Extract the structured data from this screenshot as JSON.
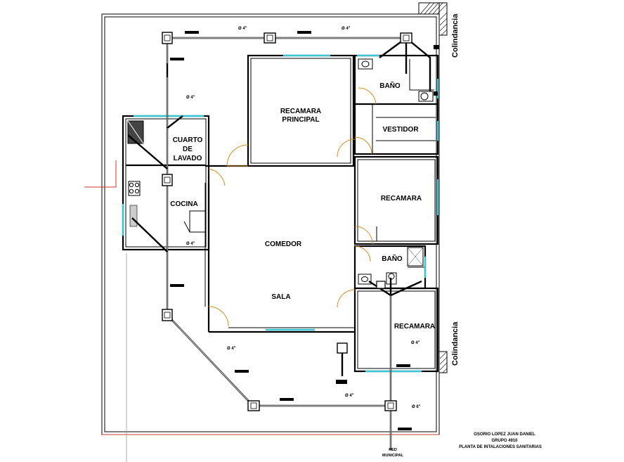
{
  "rooms": {
    "recamara_principal": [
      "RECAMARA",
      "PRINCIPAL"
    ],
    "bano_top": "BAÑO",
    "vestidor": "VESTIDOR",
    "cuarto_de_lavado": [
      "CUARTO",
      "DE",
      "LAVADO"
    ],
    "cocina": "COCINA",
    "recamara_mid": "RECAMARA",
    "comedor": "COMEDOR",
    "sala": "SALA",
    "bano_bottom": "BAÑO",
    "recamara_low": "RECAMARA"
  },
  "side_labels": {
    "colindancia_top": "Colindancia",
    "colindancia_bottom": "Colindancia"
  },
  "pipe_labels": {
    "top_left": "Ø 4\"",
    "top_right": "Ø 4\"",
    "upper_vertical": "Ø 4\"",
    "kitchen": "Ø 4\"",
    "diagonal": "Ø 4\"",
    "bottom_run": "Ø 4\"",
    "recamara_drop": "Ø 4\"",
    "to_street": "Ø 6\""
  },
  "red_municipal": [
    "RED",
    "MUNICIPAL"
  ],
  "title_block": {
    "author": "OSORIO LOPEZ JUAN DANIEL",
    "group": "GRUPO 4910",
    "title": "PLANTA DE INTALACIONES SANITARIAS"
  },
  "colors": {
    "walls": "#000000",
    "windows": "#39c6d4",
    "doors": "#d98a1d",
    "site_accent": "#c0392b",
    "background": "#ffffff"
  }
}
